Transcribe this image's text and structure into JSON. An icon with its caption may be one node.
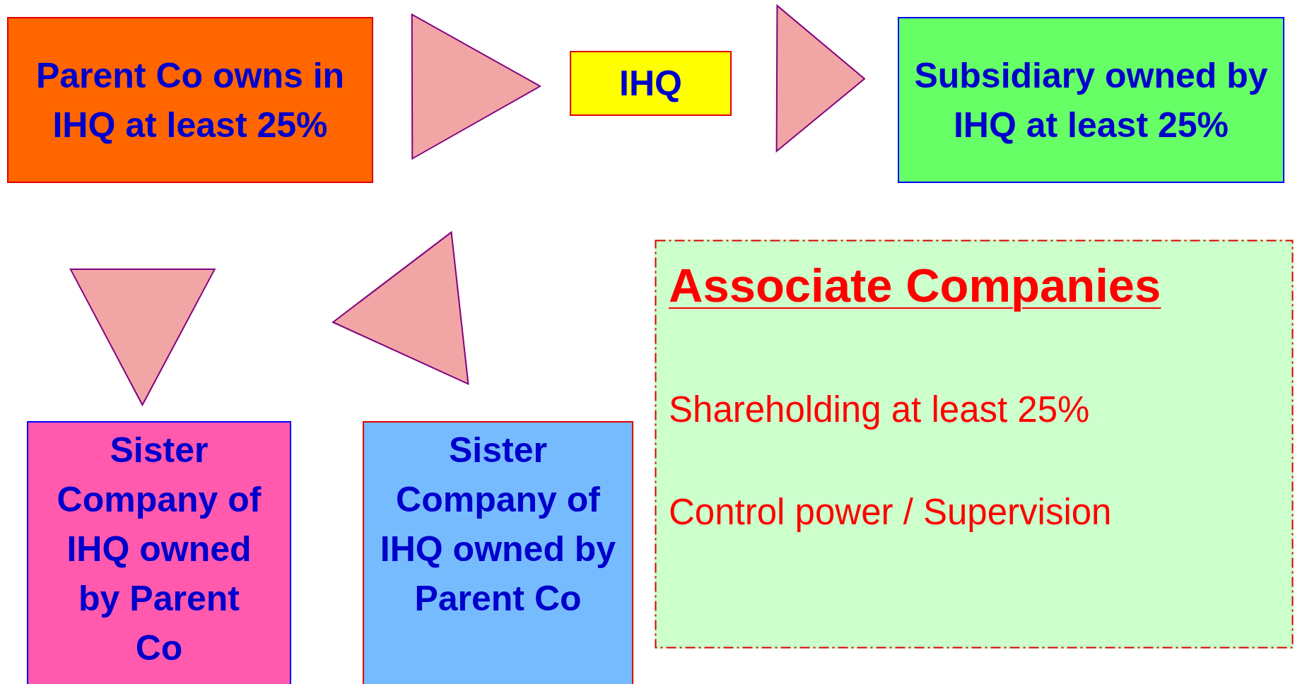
{
  "diagram": {
    "nodes": [
      {
        "text": [
          "Parent Co owns in IHQ at least 25%"
        ]
      },
      {
        "text": [
          "IHQ"
        ]
      },
      {
        "text": [
          "Subsidiary owned by IHQ at least 25%"
        ]
      },
      {
        "text": [
          "Sister Company of IHQ owned by Parent Co"
        ]
      },
      {
        "text": [
          "Sister Company of IHQ owned by Parent Co"
        ]
      },
      {
        "text": [
          "Associate Companies",
          "Shareholding at least 25%",
          "Control power / Supervision"
        ]
      }
    ],
    "edges": [
      {
        "from": 0,
        "to": 1,
        "arrow": "to"
      },
      {
        "from": 1,
        "to": 2,
        "arrow": "to"
      },
      {
        "from": 4,
        "to": 3,
        "arrow": "to"
      },
      {
        "from": 0,
        "to": 3,
        "arrow": "to"
      }
    ]
  }
}
